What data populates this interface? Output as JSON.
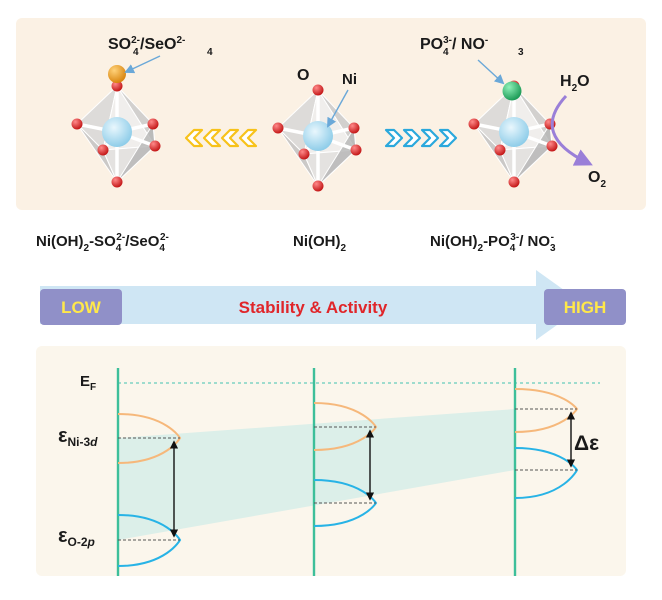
{
  "top_panel": {
    "left_ligand": {
      "base1": "SO",
      "sub1": "4",
      "sup1": "2-",
      "sep": "/SeO",
      "sub2": "4",
      "sup2": "2-"
    },
    "center_o": "O",
    "center_ni": "Ni",
    "right_ligand": {
      "base1": "PO",
      "sub1": "4",
      "sup1": "3-",
      "sep": "/ NO",
      "sub2": "3",
      "sup2": "-"
    },
    "h2o": {
      "base1": "H",
      "sub1": "2",
      "base2": "O"
    },
    "o2": {
      "base1": "O",
      "sub1": "2"
    }
  },
  "compound_labels": {
    "left": {
      "a": "Ni(OH)",
      "a_sub": "2",
      "b": "-SO",
      "b_sub": "4",
      "b_sup": "2-",
      "c": "/SeO",
      "c_sub": "4",
      "c_sup": "2-"
    },
    "center": {
      "a": "Ni(OH)",
      "a_sub": "2"
    },
    "right": {
      "a": "Ni(OH)",
      "a_sub": "2",
      "b": "-PO",
      "b_sub": "4",
      "b_sup": "3-",
      "c": "/ NO",
      "c_sub": "3",
      "c_sup": "-"
    }
  },
  "scale_bar": {
    "low": "LOW",
    "middle": "Stability & Activity",
    "high": "HIGH"
  },
  "energy_panel": {
    "ef": {
      "base": "E",
      "sub": "F"
    },
    "eps_ni": {
      "base": "ε",
      "sub": "Ni-3",
      "sub_italic": "d"
    },
    "eps_o": {
      "base": "ε",
      "sub": "O-2",
      "sub_italic": "p"
    },
    "delta": "Δε"
  },
  "colors": {
    "top_bg": "#fbf1e4",
    "bottom_bg": "#fbf6ec",
    "arrow_left": "#f7c21a",
    "arrow_right": "#2aa8dc",
    "bar_fill": "#cfe6f4",
    "pill_fill": "#9090c8",
    "pill_text": "#ffe84a",
    "middle_text": "#e0262a",
    "band_line": "#3dbf9a",
    "ni_curve": "#f6b87b",
    "o_curve": "#27b3e6",
    "fermi_line": "#7fd4c4",
    "shade": "#dcefe9",
    "purple_arrow": "#9a7fd8",
    "teal_text": "#2f7f84",
    "ligand_left": "#e8a030",
    "ligand_right": "#3cb878"
  }
}
